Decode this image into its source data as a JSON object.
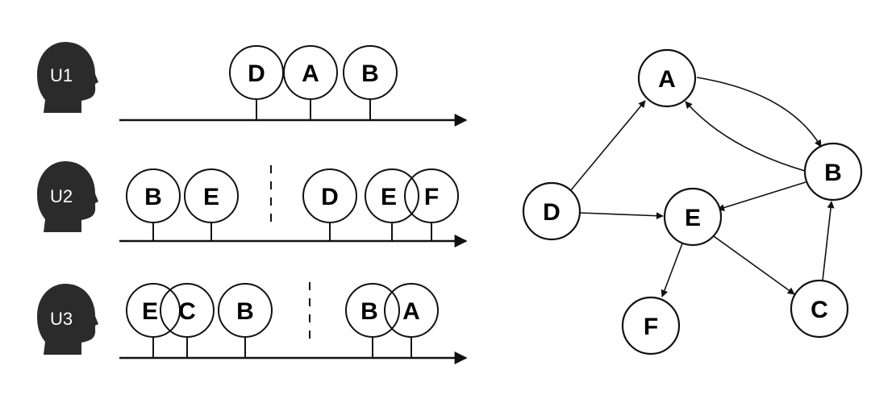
{
  "users": [
    {
      "id": "U1",
      "events": [
        "D",
        "A",
        "B"
      ]
    },
    {
      "id": "U2",
      "events": [
        "B",
        "E",
        "D",
        "E",
        "F"
      ]
    },
    {
      "id": "U3",
      "events": [
        "E",
        "C",
        "B",
        "B",
        "A"
      ]
    }
  ],
  "graph": {
    "nodes": [
      "A",
      "B",
      "C",
      "D",
      "E",
      "F"
    ],
    "edges": [
      [
        "A",
        "B"
      ],
      [
        "B",
        "A"
      ],
      [
        "D",
        "A"
      ],
      [
        "D",
        "E"
      ],
      [
        "B",
        "E"
      ],
      [
        "E",
        "F"
      ],
      [
        "E",
        "C"
      ],
      [
        "C",
        "B"
      ]
    ]
  },
  "colors": {
    "ink": "#111111",
    "head": "#2b2b2b",
    "background": "#ffffff"
  }
}
